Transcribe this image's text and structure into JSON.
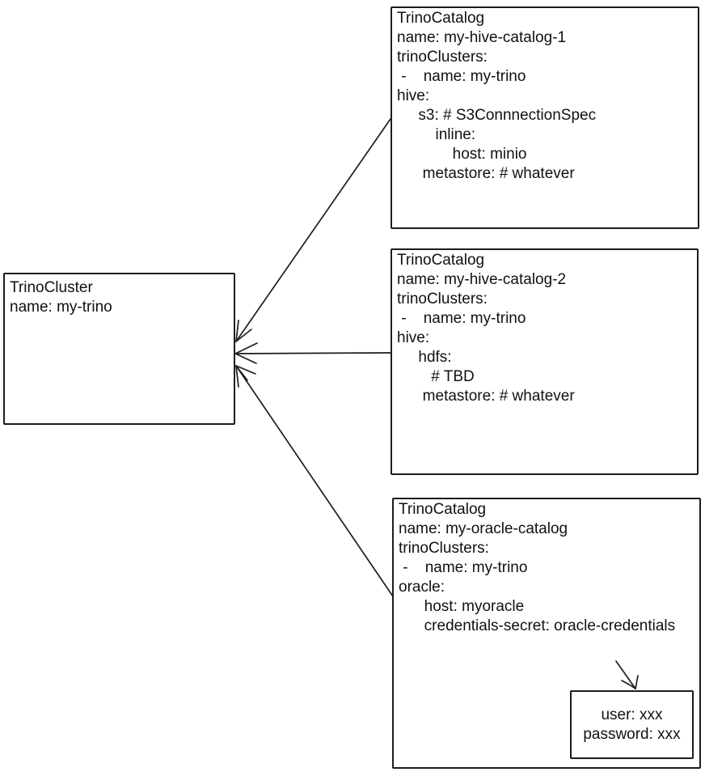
{
  "colors": {
    "background": "#ffffff",
    "stroke": "#1d1d1d",
    "text": "#111111"
  },
  "nodes": {
    "cluster": {
      "lines": [
        "TrinoCluster",
        "name: my-trino"
      ]
    },
    "catalog1": {
      "lines": [
        "TrinoCatalog",
        "name: my-hive-catalog-1",
        "trinoClusters:",
        " -    name: my-trino",
        "hive:",
        "     s3: # S3ConnnectionSpec",
        "         inline:",
        "             host: minio",
        "      metastore: # whatever"
      ]
    },
    "catalog2": {
      "lines": [
        "TrinoCatalog",
        "name: my-hive-catalog-2",
        "trinoClusters:",
        " -    name: my-trino",
        "hive:",
        "     hdfs:",
        "        # TBD",
        "      metastore: # whatever"
      ]
    },
    "catalog3": {
      "lines": [
        "TrinoCatalog",
        "name: my-oracle-catalog",
        "trinoClusters:",
        " -    name: my-trino",
        "oracle:",
        "      host: myoracle",
        "      credentials-secret: oracle-credentials"
      ]
    },
    "secret": {
      "lines": [
        "user: xxx",
        "password: xxx"
      ]
    }
  },
  "edges": [
    {
      "from": "node-catalog-1",
      "to": "node-trino-cluster"
    },
    {
      "from": "node-catalog-2",
      "to": "node-trino-cluster"
    },
    {
      "from": "node-catalog-3",
      "to": "node-trino-cluster"
    },
    {
      "from": "credentials-secret-reference",
      "to": "node-credentials-secret"
    }
  ]
}
